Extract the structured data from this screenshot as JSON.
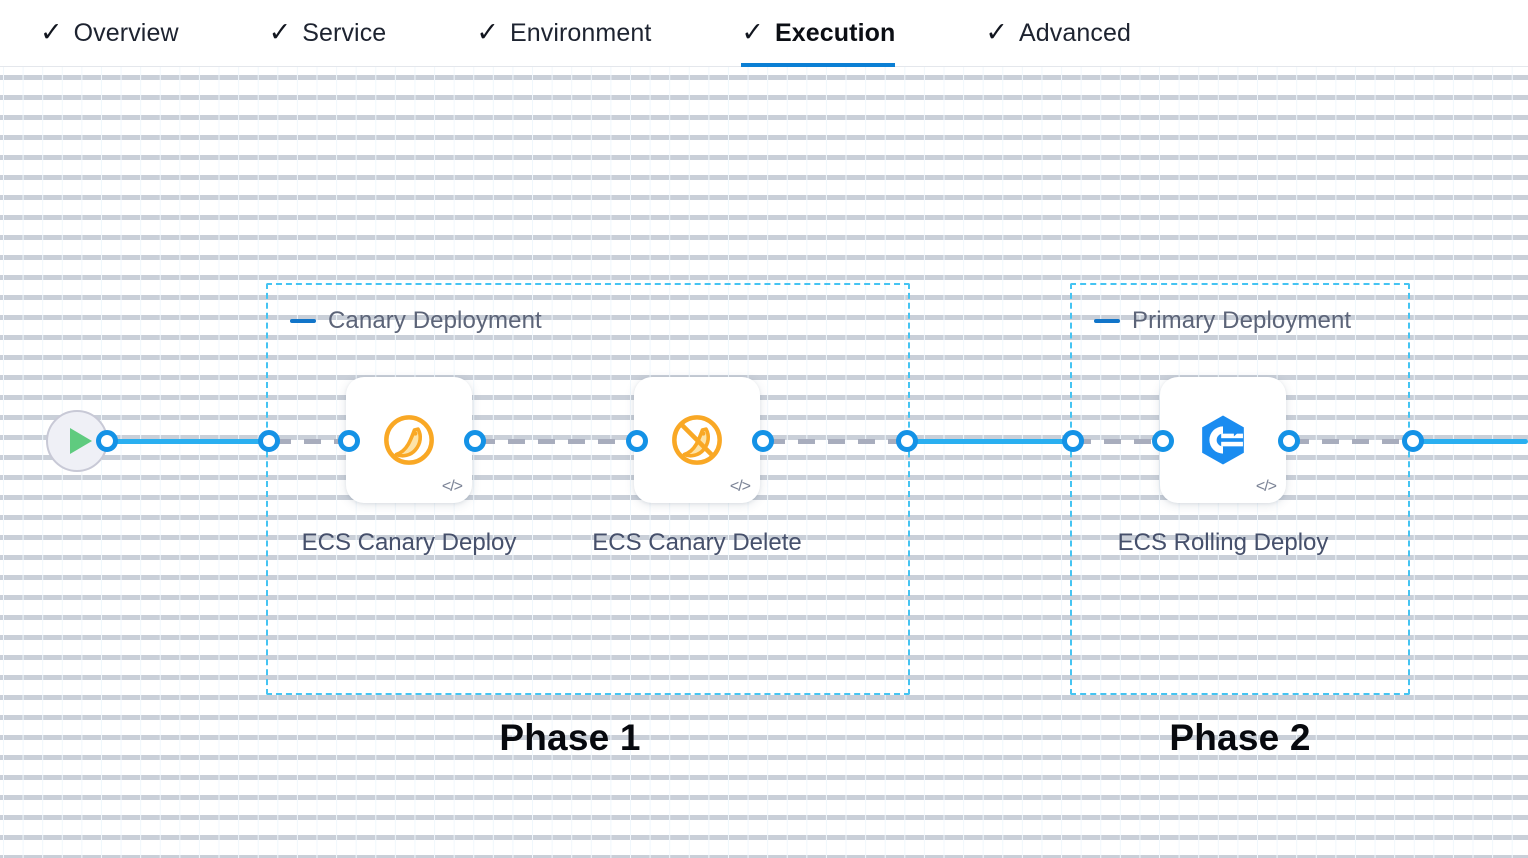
{
  "tabs": [
    {
      "label": "Overview",
      "icon": "check-icon",
      "active": false
    },
    {
      "label": "Service",
      "icon": "check-icon",
      "active": false
    },
    {
      "label": "Environment",
      "icon": "check-icon",
      "active": false
    },
    {
      "label": "Execution",
      "icon": "check-icon",
      "active": true
    },
    {
      "label": "Advanced",
      "icon": "check-icon",
      "active": false
    }
  ],
  "colors": {
    "accent_blue": "#1492e6",
    "edge_blue": "#2aaff0",
    "group_border": "#45c4f2",
    "tab_underline": "#0b7fd4",
    "canary_orange": "#f5a623",
    "rolling_blue": "#1a8cf0",
    "play_green": "#5fcb7f",
    "dashed_edge_gray": "#a8adbd"
  },
  "canvas": {
    "start_node": {
      "name": "pipeline-start",
      "icon": "play-icon"
    },
    "groups": [
      {
        "id": "canary-deployment",
        "title": "Canary Deployment",
        "collapse_icon": "minus-icon",
        "phase_label": "Phase 1",
        "nodes": [
          {
            "id": "ecs-canary-deploy",
            "label": "ECS Canary Deploy",
            "icon": "canary-bird-icon",
            "badge": "</>"
          },
          {
            "id": "ecs-canary-delete",
            "label": "ECS Canary Delete",
            "icon": "canary-bird-delete-icon",
            "badge": "</>"
          }
        ]
      },
      {
        "id": "primary-deployment",
        "title": "Primary Deployment",
        "collapse_icon": "minus-icon",
        "phase_label": "Phase 2",
        "nodes": [
          {
            "id": "ecs-rolling-deploy",
            "label": "ECS Rolling Deploy",
            "icon": "rolling-deploy-icon",
            "badge": "</>"
          }
        ]
      }
    ]
  }
}
